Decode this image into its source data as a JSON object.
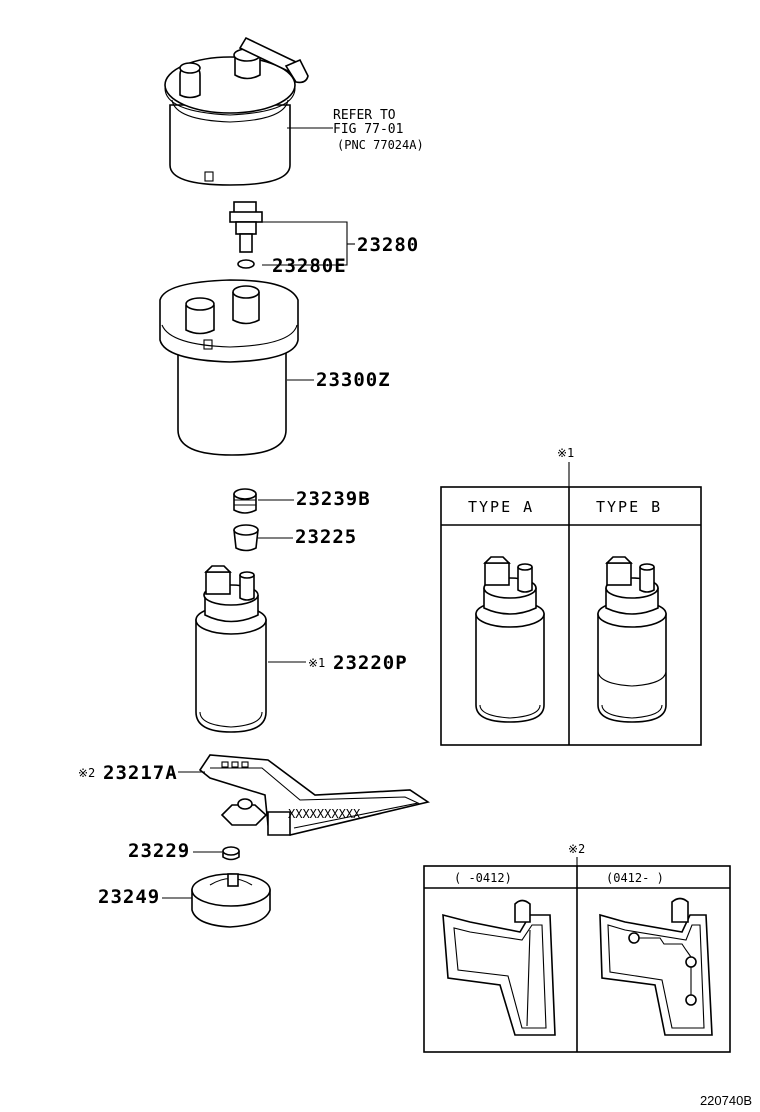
{
  "refer": {
    "line1": "REFER TO",
    "line2": "FIG 77-01",
    "line3": "(PNC 77024A)"
  },
  "parts": {
    "p23280": "23280",
    "p23280E": "23280E",
    "p23300Z": "23300Z",
    "p23239B": "23239B",
    "p23225": "23225",
    "p23220P_mark": "※1",
    "p23220P": "23220P",
    "p23217A_mark": "※2",
    "p23217A": "23217A",
    "p23229": "23229",
    "p23249": "23249"
  },
  "strainer_text": "XXXXXXXXXX",
  "box1": {
    "mark": "※1",
    "type_a": "TYPE A",
    "type_b": "TYPE B"
  },
  "box2": {
    "mark": "※2",
    "col_left": "(      -0412)",
    "col_right": "(0412-      )"
  },
  "figure_number": "220740B"
}
